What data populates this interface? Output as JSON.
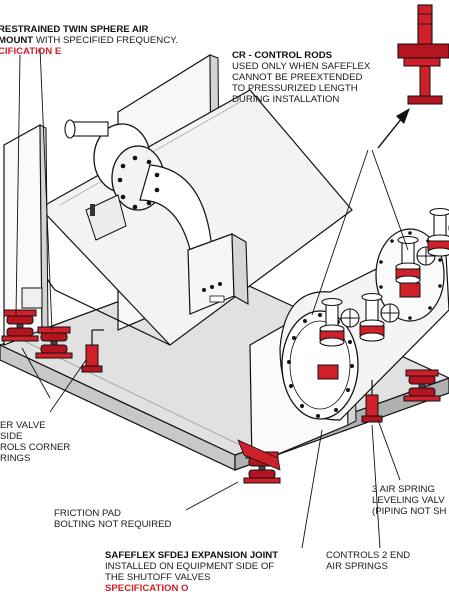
{
  "callouts": {
    "top_left": {
      "title": "RESTRAINED TWIN SPHERE AIR",
      "line2_bold": "MOUNT",
      "line2_rest": " WITH SPECIFIED FREQUENCY.",
      "spec": "CIFICATION E"
    },
    "control_rods": {
      "title": "CR - CONTROL RODS",
      "lines": [
        "USED ONLY WHEN SAFEFLEX",
        "CANNOT BE PREEXTENDED",
        "TO PRESSURIZED LENGTH",
        "DURING INSTALLATION"
      ]
    },
    "left_valve": {
      "lines": [
        "ER VALVE",
        "SIDE",
        "ROLS CORNER",
        "RINGS"
      ]
    },
    "friction_pad": {
      "lines": [
        "FRICTION PAD",
        "BOLTING NOT REQUIRED"
      ]
    },
    "air_spring": {
      "lines": [
        "3 AIR SPRING",
        "LEVELING VALV",
        "(PIPING NOT SH"
      ]
    },
    "expansion_joint": {
      "title": "SAFEFLEX SFDEJ EXPANSION JOINT",
      "lines": [
        "INSTALLED ON EQUIPMENT SIDE OF",
        "THE SHUTOFF VALVES"
      ],
      "spec": "SPECIFICATION O"
    },
    "controls_2": {
      "lines": [
        "CONTROLS 2 END",
        "AIR SPRINGS"
      ]
    }
  },
  "colors": {
    "accent_red": "#d0202a",
    "ink": "#1a1a1a",
    "base_gray": "#d9d9d9"
  },
  "icons": [
    "control-rod-icon",
    "air-spring-mount-icon",
    "valve-handwheel-icon",
    "leader-arrow-icon"
  ]
}
